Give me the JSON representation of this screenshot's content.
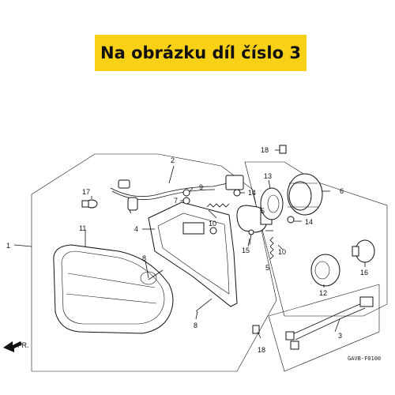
{
  "banner": {
    "text": "Na obrázku díl číslo 3"
  },
  "diagram": {
    "code": "GAVB-F0100",
    "front_label": "FR.",
    "labels": {
      "p1": "1",
      "p2": "2",
      "p3": "3",
      "p4": "4",
      "p5a": "5",
      "p5b": "5",
      "p6": "6",
      "p7": "7",
      "p8a": "8",
      "p8b": "8",
      "p9": "9",
      "p10a": "10",
      "p10b": "10",
      "p11": "11",
      "p12": "12",
      "p13": "13",
      "p14a": "14",
      "p14b": "14",
      "p15": "15",
      "p16": "16",
      "p17": "17",
      "p18a": "18",
      "p18b": "18"
    }
  },
  "colors": {
    "banner": "#f8d117",
    "ink": "#111111"
  }
}
